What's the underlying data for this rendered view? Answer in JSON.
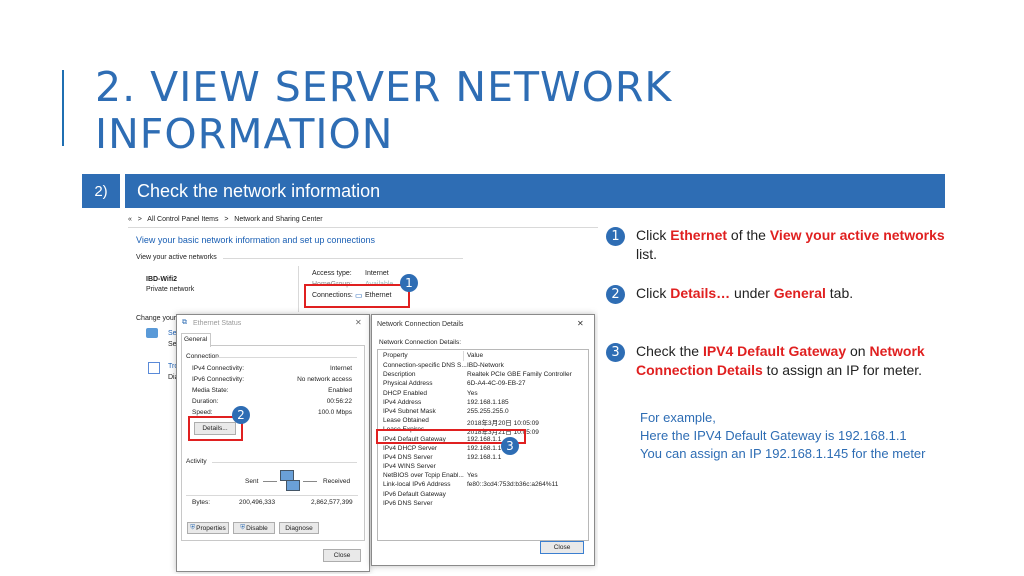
{
  "slide": {
    "title_line1": "2. VIEW SERVER NETWORK",
    "title_line2": "INFORMATION",
    "step_number": "2)",
    "step_title": "Check the network information"
  },
  "control_panel": {
    "breadcrumb_arrow": "«",
    "breadcrumb_1": "All Control Panel Items",
    "breadcrumb_sep": ">",
    "breadcrumb_2": "Network and Sharing Center",
    "heading": "View your basic network information and set up connections",
    "active_networks_label": "View your active networks",
    "network_name": "IBD-Wifi2",
    "network_type": "Private network",
    "access_type_label": "Access type:",
    "access_type_value": "Internet",
    "homegroup_label": "HomeGroup:",
    "homegroup_value": "Available",
    "connections_label": "Connections:",
    "connections_value": "Ethernet",
    "change_label": "Change your"
  },
  "ethernet_status": {
    "title": "Ethernet Status",
    "tab_general": "General",
    "section_connection": "Connection",
    "rows": [
      {
        "label": "IPv4 Connectivity:",
        "value": "Internet"
      },
      {
        "label": "IPv6 Connectivity:",
        "value": "No network access"
      },
      {
        "label": "Media State:",
        "value": "Enabled"
      },
      {
        "label": "Duration:",
        "value": "00:56:22"
      },
      {
        "label": "Speed:",
        "value": "100.0 Mbps"
      }
    ],
    "details_button": "Details...",
    "section_activity": "Activity",
    "sent_label": "Sent",
    "received_label": "Received",
    "bytes_label": "Bytes:",
    "bytes_sent": "200,496,333",
    "bytes_received": "2,862,577,399",
    "properties_button": "Properties",
    "disable_button": "Disable",
    "diagnose_button": "Diagnose",
    "close_button": "Close"
  },
  "details_dialog": {
    "title": "Network Connection Details",
    "close_x": "✕",
    "subtitle": "Network Connection Details:",
    "col_property": "Property",
    "col_value": "Value",
    "rows": [
      {
        "p": "Connection-specific DNS S...",
        "v": "IBD-Network"
      },
      {
        "p": "Description",
        "v": "Realtek PCIe GBE Family Controller"
      },
      {
        "p": "Physical Address",
        "v": "6D-A4-4C-09-EB-27"
      },
      {
        "p": "DHCP Enabled",
        "v": "Yes"
      },
      {
        "p": "IPv4 Address",
        "v": "192.168.1.185"
      },
      {
        "p": "IPv4 Subnet Mask",
        "v": "255.255.255.0"
      },
      {
        "p": "Lease Obtained",
        "v": "2018年3月20日 10:05:09"
      },
      {
        "p": "Lease Expires",
        "v": "2018年3月21日 10:05:09"
      },
      {
        "p": "IPv4 Default Gateway",
        "v": "192.168.1.1"
      },
      {
        "p": "IPv4 DHCP Server",
        "v": "192.168.1.1"
      },
      {
        "p": "IPv4 DNS Server",
        "v": "192.168.1.1"
      },
      {
        "p": "IPv4 WINS Server",
        "v": ""
      },
      {
        "p": "NetBIOS over Tcpip Enabl...",
        "v": "Yes"
      },
      {
        "p": "Link-local IPv6 Address",
        "v": "fe80::3cd4:753d:b36c:a264%11"
      },
      {
        "p": "IPv6 Default Gateway",
        "v": ""
      },
      {
        "p": "IPv6 DNS Server",
        "v": ""
      }
    ],
    "close_button": "Close"
  },
  "badges": {
    "one": "1",
    "two": "2",
    "three": "3"
  },
  "instructions": {
    "i1_pre": "Click ",
    "i1_red1": "Ethernet",
    "i1_mid": " of the ",
    "i1_red2": "View your active networks",
    "i1_post": " list.",
    "i2_pre": "Click ",
    "i2_red1": "Details…",
    "i2_mid": " under ",
    "i2_red2": "General",
    "i2_post": " tab.",
    "i3_pre": "Check the ",
    "i3_red1": "IPV4 Default Gateway",
    "i3_mid": " on ",
    "i3_red2": "Network Connection Details",
    "i3_post": " to assign an IP for meter."
  },
  "example": {
    "line1": "For example,",
    "line2": "Here the IPV4 Default Gateway is 192.168.1.1",
    "line3": "You can assign an IP 192.168.1.145 for the meter"
  },
  "colors": {
    "accent": "#2E6DB4",
    "highlight": "#e02020"
  }
}
